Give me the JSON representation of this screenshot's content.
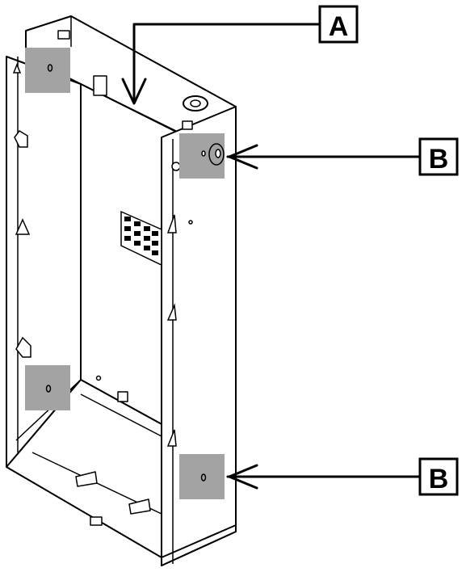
{
  "callouts": {
    "a": {
      "letter": "A"
    },
    "b_top": {
      "letter": "B"
    },
    "b_bottom": {
      "letter": "B"
    }
  },
  "colors": {
    "line": "#000000",
    "fill": "#ffffff",
    "highlight": "#a3a3a3"
  },
  "icons": {
    "label_plate": "grid-label-icon",
    "mount_hole": "hole-icon",
    "tab": "bent-tab-icon"
  }
}
